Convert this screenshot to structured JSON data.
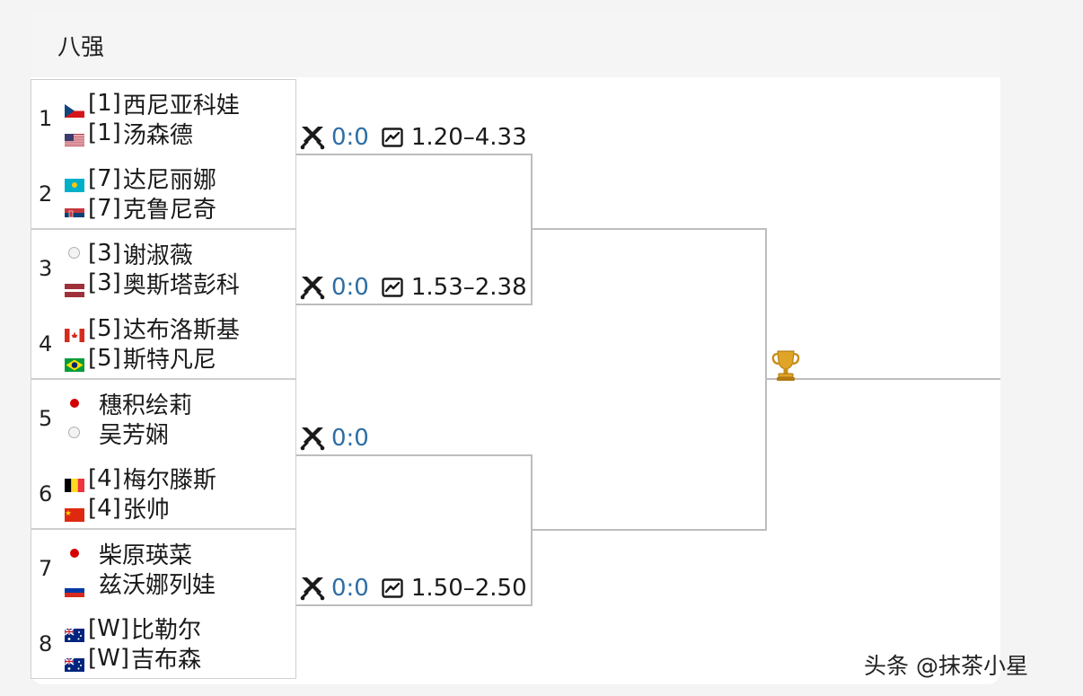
{
  "header": {
    "title": "八强"
  },
  "seeds": [
    {
      "pos": "1",
      "players": [
        {
          "flag": "czech",
          "seed": "[1]",
          "name": "西尼亚科娃"
        },
        {
          "flag": "usa",
          "seed": "[1]",
          "name": "汤森德"
        }
      ]
    },
    {
      "pos": "2",
      "players": [
        {
          "flag": "kazakhstan",
          "seed": "[7]",
          "name": "达尼丽娜"
        },
        {
          "flag": "serbia",
          "seed": "[7]",
          "name": "克鲁尼奇"
        }
      ]
    },
    {
      "pos": "3",
      "players": [
        {
          "flag": "emblem",
          "seed": "[3]",
          "name": "谢淑薇"
        },
        {
          "flag": "latvia",
          "seed": "[3]",
          "name": "奥斯塔彭科"
        }
      ]
    },
    {
      "pos": "4",
      "players": [
        {
          "flag": "canada",
          "seed": "[5]",
          "name": "达布洛斯基"
        },
        {
          "flag": "brazil",
          "seed": "[5]",
          "name": "斯特凡尼"
        }
      ]
    },
    {
      "pos": "5",
      "players": [
        {
          "flag": "japan",
          "seed": "",
          "name": "穗积绘莉"
        },
        {
          "flag": "emblem",
          "seed": "",
          "name": "吴芳娴"
        }
      ]
    },
    {
      "pos": "6",
      "players": [
        {
          "flag": "belgium",
          "seed": "[4]",
          "name": "梅尔滕斯"
        },
        {
          "flag": "china",
          "seed": "[4]",
          "name": "张帅"
        }
      ]
    },
    {
      "pos": "7",
      "players": [
        {
          "flag": "japan",
          "seed": "",
          "name": "柴原瑛菜"
        },
        {
          "flag": "russia",
          "seed": "",
          "name": "兹沃娜列娃"
        }
      ]
    },
    {
      "pos": "8",
      "players": [
        {
          "flag": "australia",
          "seed": "[W]",
          "name": "比勒尔"
        },
        {
          "flag": "australia",
          "seed": "[W]",
          "name": "吉布森"
        }
      ]
    }
  ],
  "quarterfinals": [
    {
      "score": "0:0",
      "odds": "1.20–4.33",
      "icons": [
        "swords-icon",
        "chart-icon"
      ]
    },
    {
      "score": "0:0",
      "odds": "1.53–2.38",
      "icons": [
        "swords-icon",
        "chart-icon"
      ]
    },
    {
      "score": "0:0",
      "odds": "",
      "icons": [
        "swords-icon"
      ]
    },
    {
      "score": "0:0",
      "odds": "1.50–2.50",
      "icons": [
        "swords-icon",
        "chart-icon"
      ]
    }
  ],
  "final": {
    "icon": "trophy-icon"
  },
  "watermark": "头条 @抹茶小星",
  "colors": {
    "score_blue": "#2e6da4",
    "bracket_line": "#bdbdbd",
    "header_bg": "#f5f5f5"
  }
}
